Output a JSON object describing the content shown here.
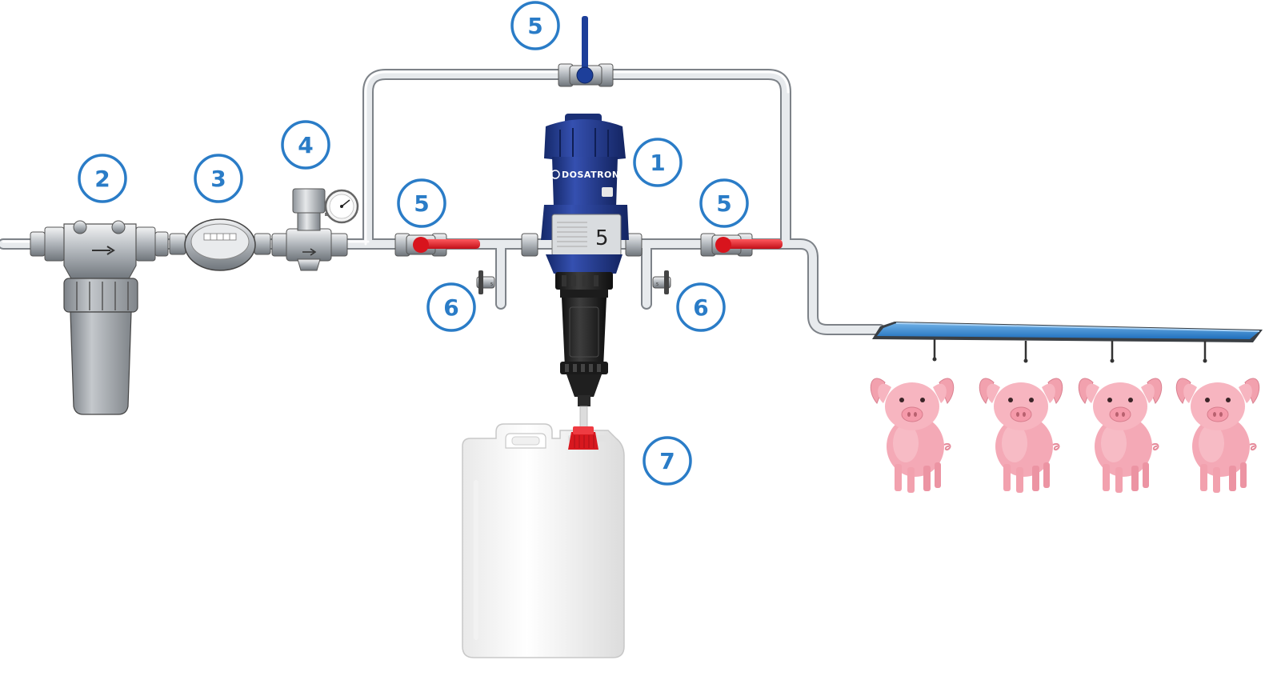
{
  "brand": "DOSATRON",
  "model_mark": "5",
  "valve_small_label": "5",
  "labels": {
    "dosatron": "1",
    "filter": "2",
    "water_meter": "3",
    "pressure_reducer": "4",
    "bypass_valve": "5",
    "inlet_valve": "5",
    "outlet_valve": "5",
    "inlet_drain": "6",
    "outlet_drain": "6",
    "canister": "7"
  },
  "colors": {
    "badge": "#2a7cc7",
    "pipe": "#d8dde2",
    "pipe_edge": "#8a8f94",
    "dosatron_body": "#1f3c8f",
    "valve_handle": "#e3212a",
    "bypass_handle": "#1d3f9a",
    "canister_cap": "#e0202a",
    "pig": "#f4a7b4",
    "trough_water": "#3b86cf"
  }
}
